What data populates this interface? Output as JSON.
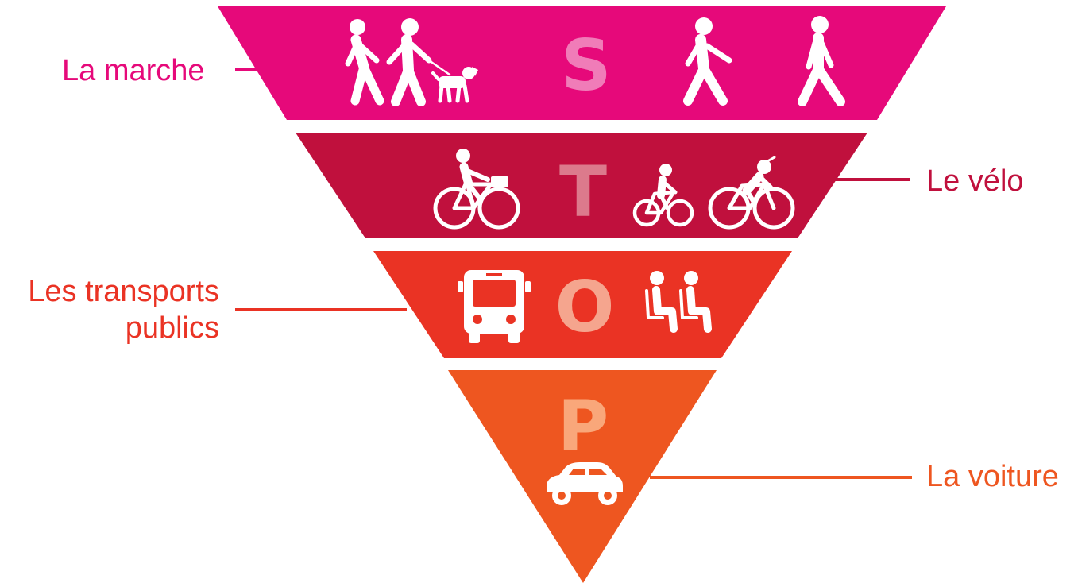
{
  "colors": {
    "walk": "#E6097A",
    "bike": "#C0103D",
    "transit": "#EA3324",
    "car": "#EE5620",
    "background": "#FFFFFF"
  },
  "tiers": [
    {
      "letter": "S",
      "label": "La marche",
      "icons": [
        "walking-couple-icon",
        "dog-icon",
        "walking-person-icon",
        "pedestrian-icon"
      ]
    },
    {
      "letter": "T",
      "label": "Le vélo",
      "icons": [
        "cyclist-with-basket-icon",
        "child-on-bike-icon",
        "female-cyclist-icon"
      ]
    },
    {
      "letter": "O",
      "label_line1": "Les transports",
      "label_line2": "publics",
      "icons": [
        "bus-icon",
        "seated-passengers-icon"
      ]
    },
    {
      "letter": "P",
      "label": "La voiture",
      "icons": [
        "car-icon"
      ]
    }
  ]
}
